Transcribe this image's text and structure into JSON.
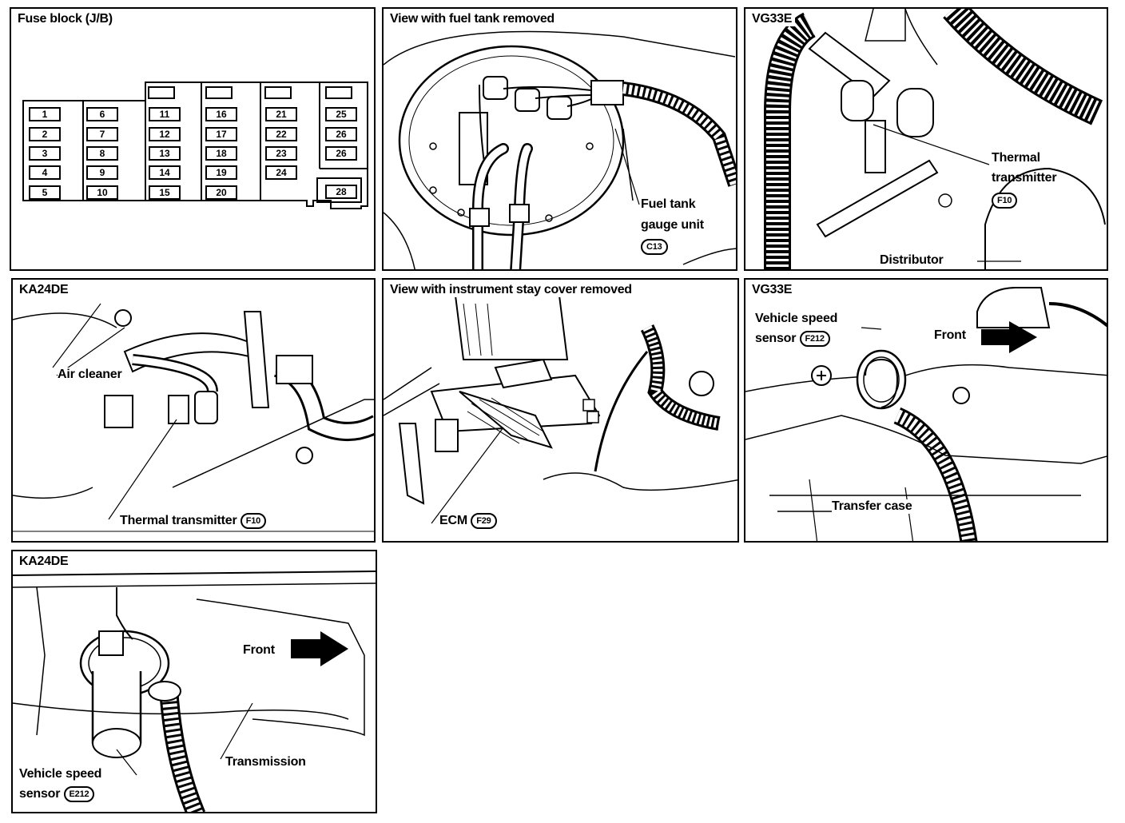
{
  "panels": {
    "fuse_block": {
      "title": "Fuse block (J/B)",
      "fuses": [
        "1",
        "2",
        "3",
        "4",
        "5",
        "6",
        "7",
        "8",
        "9",
        "10",
        "11",
        "12",
        "13",
        "14",
        "15",
        "16",
        "17",
        "18",
        "19",
        "20",
        "21",
        "22",
        "23",
        "24",
        "25",
        "26",
        "26",
        "28"
      ]
    },
    "fuel_tank": {
      "title": "View with fuel tank removed",
      "label_line1": "Fuel tank",
      "label_line2": "gauge unit",
      "connector": "C13"
    },
    "vg33e_thermal": {
      "title": "VG33E",
      "thermal_line1": "Thermal",
      "thermal_line2": "transmitter",
      "connector": "F10",
      "distributor": "Distributor"
    },
    "ka24de_thermal": {
      "title": "KA24DE",
      "air_cleaner": "Air cleaner",
      "thermal": "Thermal transmitter",
      "connector": "F10"
    },
    "ecm": {
      "title": "View with instrument stay cover removed",
      "label": "ECM",
      "connector": "F29"
    },
    "vg33e_speed": {
      "title": "VG33E",
      "sensor_line1": "Vehicle speed",
      "sensor_line2": "sensor",
      "connector": "F212",
      "front": "Front",
      "transfer_case": "Transfer case"
    },
    "ka24de_speed": {
      "title": "KA24DE",
      "front": "Front",
      "transmission": "Transmission",
      "sensor_line1": "Vehicle speed",
      "sensor_line2": "sensor",
      "connector": "E212"
    }
  }
}
